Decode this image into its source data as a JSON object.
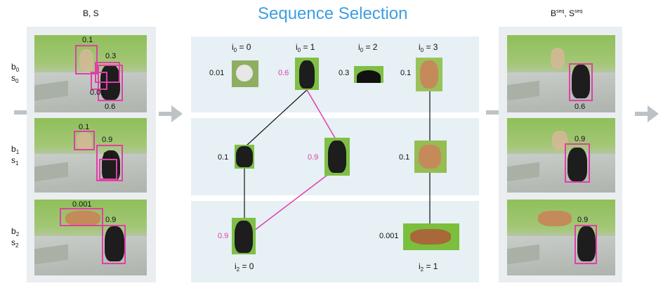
{
  "title": "Sequence Selection",
  "left_header": "B, S",
  "right_header": {
    "base_b": "B",
    "sup_b": "seq",
    "sep": ", ",
    "base_s": "S",
    "sup_s": "seq"
  },
  "row_labels": [
    {
      "b": "b",
      "b_sub": "0",
      "s": "s",
      "s_sub": "0"
    },
    {
      "b": "b",
      "b_sub": "1",
      "s": "s",
      "s_sub": "1"
    },
    {
      "b": "b",
      "b_sub": "2",
      "s": "s",
      "s_sub": "2"
    }
  ],
  "left_frames": [
    {
      "scores": [
        "0.1",
        "0.3",
        "0.01",
        "0.6"
      ]
    },
    {
      "scores": [
        "0.1",
        "0.9",
        "0.1"
      ]
    },
    {
      "scores": [
        "0.001",
        "0.9"
      ]
    }
  ],
  "right_frames": [
    {
      "score": "0.6"
    },
    {
      "score": "0.9"
    },
    {
      "score": "0.9"
    }
  ],
  "column_labels_top": [
    {
      "var": "i",
      "sub": "0",
      "eq": " = 0"
    },
    {
      "var": "i",
      "sub": "0",
      "eq": " = 1"
    },
    {
      "var": "i",
      "sub": "0",
      "eq": " = 2"
    },
    {
      "var": "i",
      "sub": "0",
      "eq": " = 3"
    }
  ],
  "column_labels_bottom": [
    {
      "var": "i",
      "sub": "2",
      "eq": " = 0"
    },
    {
      "var": "i",
      "sub": "2",
      "eq": " = 1"
    }
  ],
  "row0_scores": [
    "0.01",
    "0.6",
    "0.3",
    "0.1"
  ],
  "row1_scores": [
    "0.1",
    "0.9",
    "0.1"
  ],
  "row2_scores": [
    "0.9",
    "0.001"
  ],
  "colors": {
    "title": "#3f9de0",
    "selected_path": "#e23ea8",
    "edge": "#111111",
    "arrow": "#bcc3c8"
  }
}
